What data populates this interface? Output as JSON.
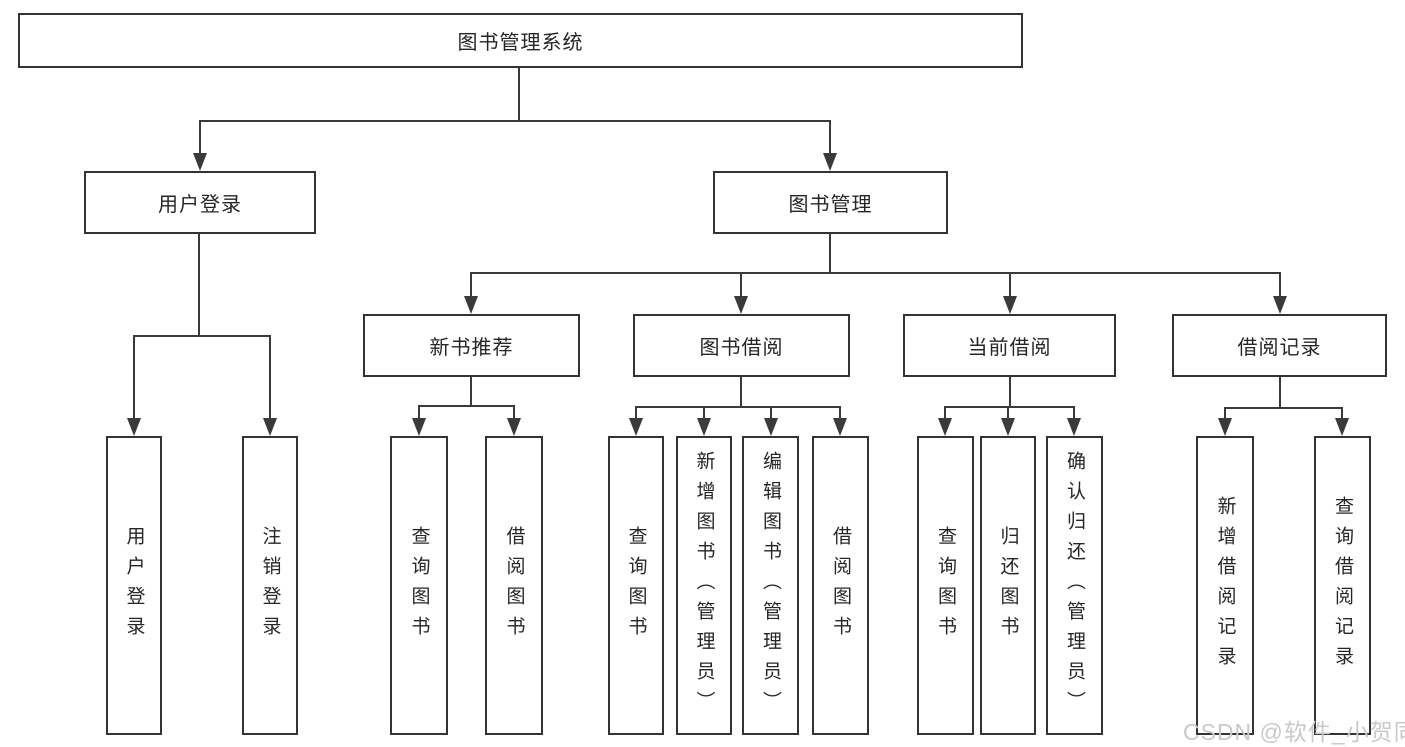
{
  "tree": {
    "label": "图书管理系统",
    "children": [
      {
        "label": "用户登录",
        "children": [
          {
            "label": "用户登录"
          },
          {
            "label": "注销登录"
          }
        ]
      },
      {
        "label": "图书管理",
        "children": [
          {
            "label": "新书推荐",
            "children": [
              {
                "label": "查询图书"
              },
              {
                "label": "借阅图书"
              }
            ]
          },
          {
            "label": "图书借阅",
            "children": [
              {
                "label": "查询图书"
              },
              {
                "label": "新增图书（管理员）"
              },
              {
                "label": "编辑图书（管理员）"
              },
              {
                "label": "借阅图书"
              }
            ]
          },
          {
            "label": "当前借阅",
            "children": [
              {
                "label": "查询图书"
              },
              {
                "label": "归还图书"
              },
              {
                "label": "确认归还（管理员）"
              }
            ]
          },
          {
            "label": "借阅记录",
            "children": [
              {
                "label": "新增借阅记录"
              },
              {
                "label": "查询借阅记录"
              }
            ]
          }
        ]
      }
    ]
  },
  "watermark": "CSDN @软件_小贺同学",
  "colors": {
    "line": "#3a3a3a",
    "border": "#333333",
    "text": "#262626",
    "background": "#ffffff",
    "watermark": "#c9c9c9"
  }
}
